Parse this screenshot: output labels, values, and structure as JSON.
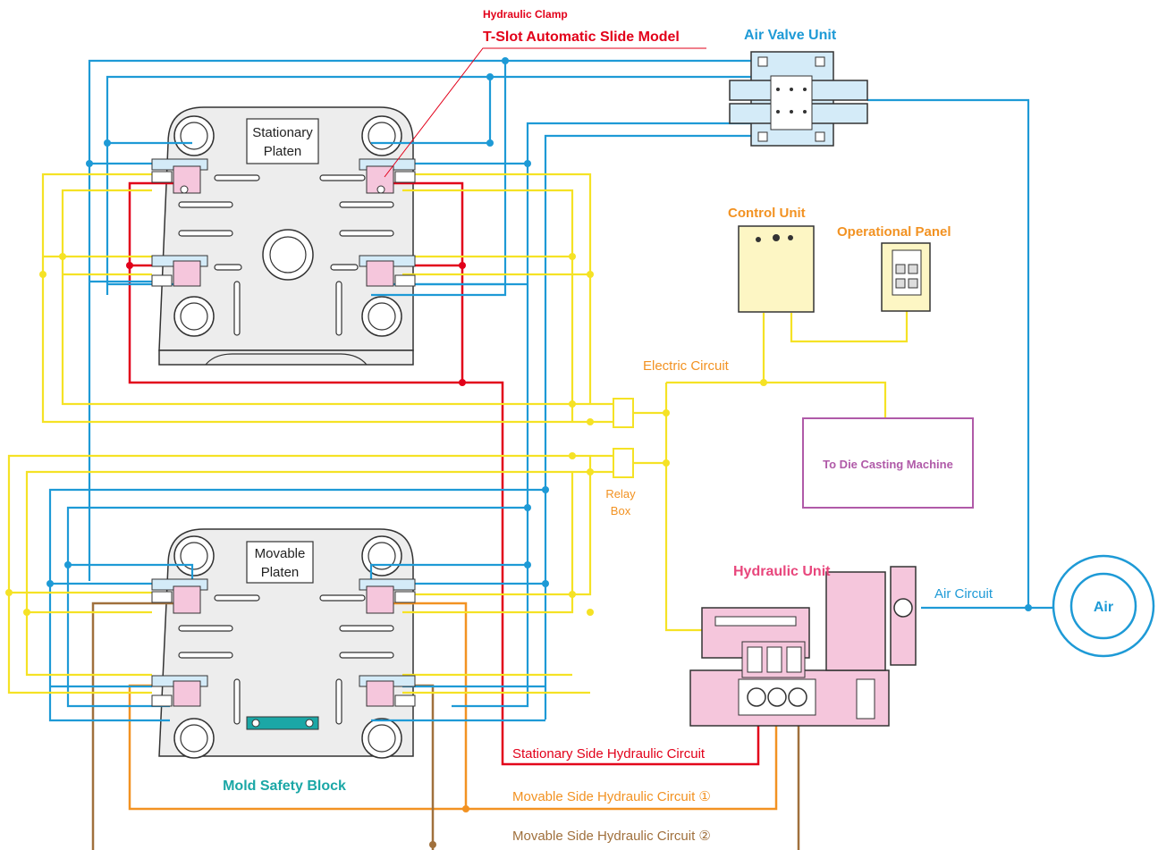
{
  "colors": {
    "hydraulic_stationary": "#e2001a",
    "hydraulic_movable_1": "#f29222",
    "hydraulic_movable_2": "#a0703c",
    "air": "#1e9ad6",
    "electric": "#f5e225",
    "machine_box": "#b05aa8",
    "mold_block": "#1ba7a6",
    "clamp_fill": "#f5c6dc",
    "valve_fill": "#d4ebf8",
    "control_fill": "#fdf6c4",
    "platen_fill": "#ededed"
  },
  "labels": {
    "clamp_small": "Hydraulic Clamp",
    "clamp_model": "T-Slot Automatic Slide Model",
    "air_valve_unit": "Air Valve Unit",
    "stationary_platen_1": "Stationary",
    "stationary_platen_2": "Platen",
    "movable_platen_1": "Movable",
    "movable_platen_2": "Platen",
    "control_unit": "Control Unit",
    "operational_panel": "Operational Panel",
    "electric_circuit": "Electric Circuit",
    "to_die_casting": "To Die Casting Machine",
    "relay_box_1": "Relay",
    "relay_box_2": "Box",
    "hydraulic_unit": "Hydraulic Unit",
    "air_circuit": "Air Circuit",
    "air": "Air",
    "mold_safety_block": "Mold Safety Block",
    "stationary_hydraulic": "Stationary Side Hydraulic Circuit",
    "movable_hydraulic_1": "Movable Side Hydraulic Circuit ①",
    "movable_hydraulic_2": "Movable Side Hydraulic Circuit ②"
  }
}
